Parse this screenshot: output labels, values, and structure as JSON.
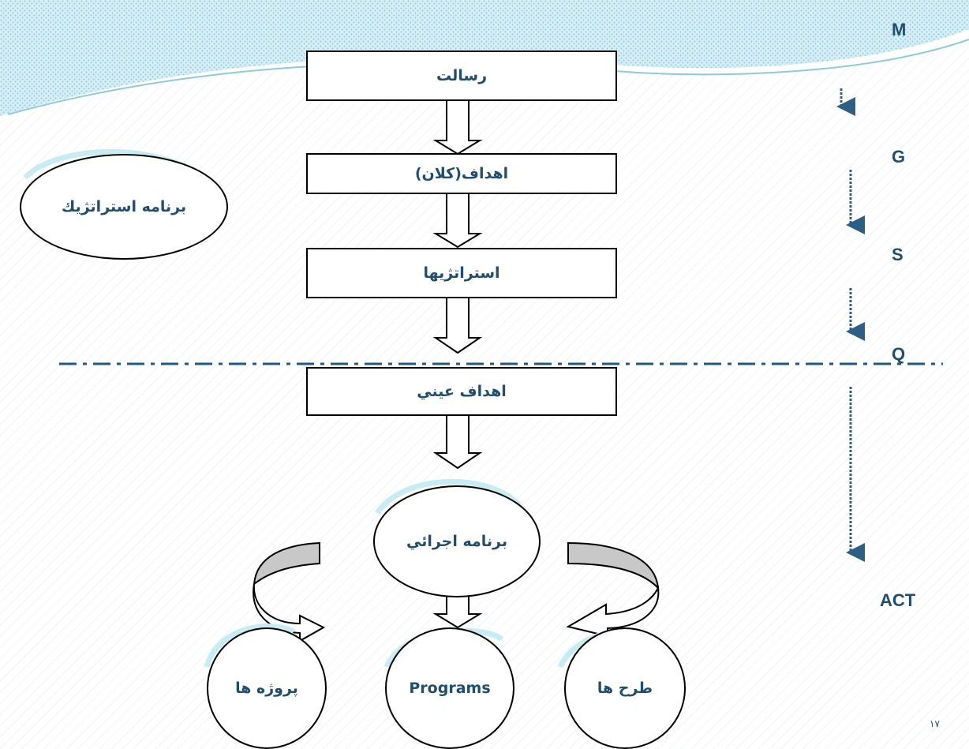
{
  "flow": {
    "mission": "رسالت",
    "big_goals": "اهداف(كلان)",
    "strategies": "استراتژيها",
    "objective_goals": "اهداف عيني"
  },
  "strategic_plan": "برنامه استراتژيك",
  "operational_plan": "برنامه اجرائي",
  "outputs": {
    "projects": "پروژه ها",
    "programs": "Programs",
    "plans": "طرح ها"
  },
  "levels": [
    "M",
    "G",
    "S",
    "Q",
    "ACT"
  ],
  "page_number": "١٧",
  "colors": {
    "text": "#1f4e6e",
    "glow": "#c7ecf4",
    "banner": "#8ec9dc",
    "curved_arrow_fill": "#c8c8c8",
    "dotted_arrow": "#2c5f83",
    "divider": "#1d5a86"
  }
}
